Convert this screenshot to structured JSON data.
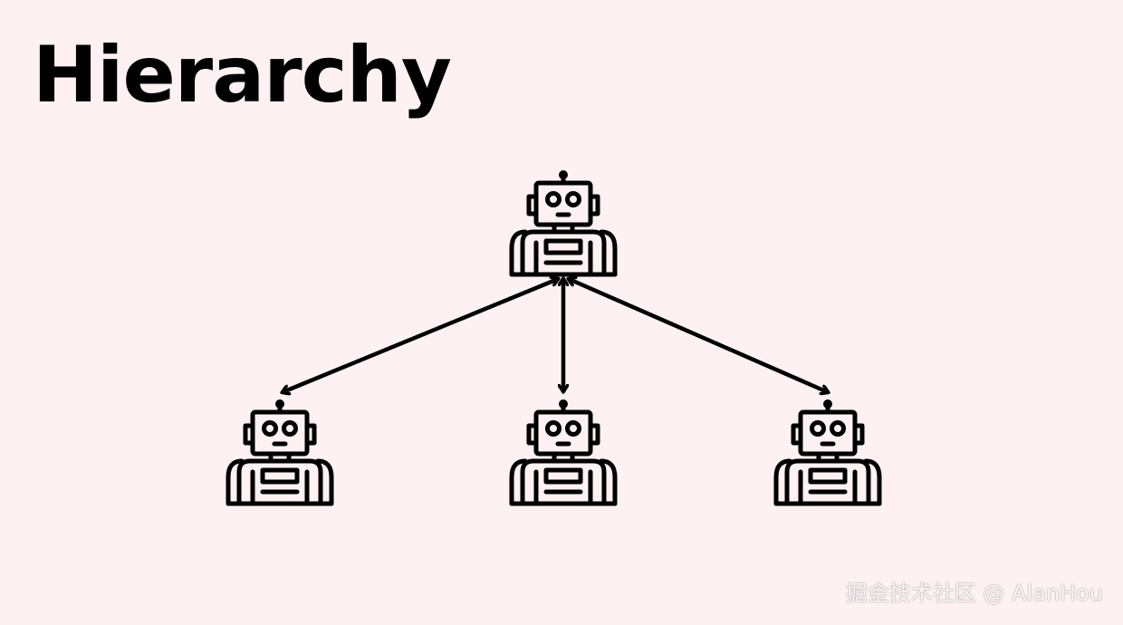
{
  "title": "Hierarchy",
  "watermark": "掘金技术社区 @ AlanHou",
  "colors": {
    "background": "#fdf2f1",
    "ink": "#000000",
    "watermark": "#ffffff"
  },
  "diagram": {
    "nodes": [
      {
        "id": "top",
        "icon": "robot-icon"
      },
      {
        "id": "bottom-left",
        "icon": "robot-icon"
      },
      {
        "id": "bottom-center",
        "icon": "robot-icon"
      },
      {
        "id": "bottom-right",
        "icon": "robot-icon"
      }
    ],
    "edges": [
      {
        "from": "top",
        "to": "bottom-left",
        "style": "bidirectional-arrow"
      },
      {
        "from": "top",
        "to": "bottom-center",
        "style": "bidirectional-arrow"
      },
      {
        "from": "top",
        "to": "bottom-right",
        "style": "bidirectional-arrow"
      }
    ]
  }
}
